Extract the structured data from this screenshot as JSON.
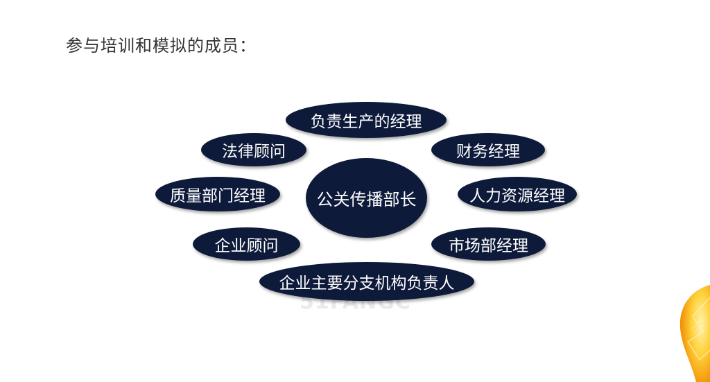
{
  "title": "参与培训和模拟的成员：",
  "center": {
    "label": "公关传播部长"
  },
  "members": [
    "负责生产的经理",
    "法律顾问",
    "财务经理",
    "质量部门经理",
    "人力资源经理",
    "企业顾问",
    "市场部经理",
    "企业主要分支机构负责人"
  ],
  "watermark": "51FANGC",
  "colors": {
    "node_fill": "#0e1a3a",
    "node_text": "#ffffff",
    "title_text": "#333333"
  }
}
